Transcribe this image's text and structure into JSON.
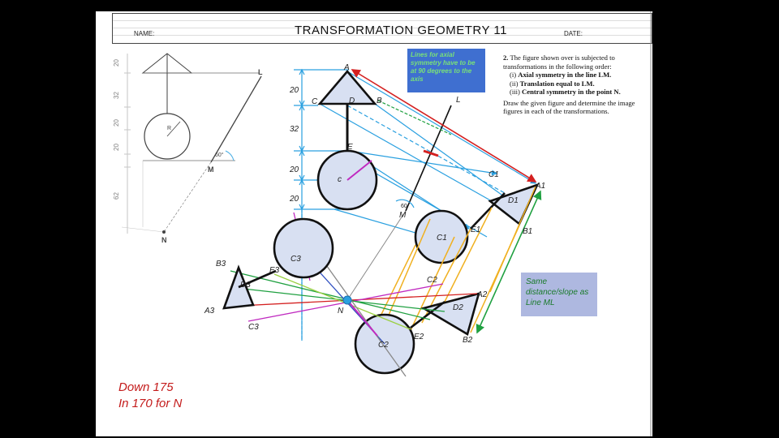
{
  "header": {
    "name_label": "NAME:",
    "title": "TRANSFORMATION  GEOMETRY 11",
    "date_label": "DATE:"
  },
  "question": {
    "number": "2.",
    "intro": "The figure shown over is subjected to transformations in the following order:",
    "steps": [
      {
        "num": "(i)",
        "text": "Axial symmetry in the line LM."
      },
      {
        "num": "(ii)",
        "text": "Translation equal to LM."
      },
      {
        "num": "(iii)",
        "text": "Central symmetry in the point N."
      }
    ],
    "instruction": "Draw the given figure and determine the image figures in each of the transformations."
  },
  "notes": {
    "axial_note": "Lines for axial symmetry have to be at 90 degrees to the axis",
    "same_distance": "Same distance/slope as Line ML",
    "down_line1": "Down 175",
    "down_line2": "In  170  for N"
  },
  "original_drawing": {
    "dims": [
      "20",
      "32",
      "20",
      "20",
      "62"
    ],
    "labels": {
      "L": "L",
      "M": "M",
      "N": "N",
      "angle": "60°",
      "radius": "R"
    }
  },
  "dimensions": {
    "d1": "20",
    "d2": "32",
    "d3": "20",
    "d4": "20"
  },
  "points": {
    "A": "A",
    "B": "B",
    "C": "C",
    "D": "D",
    "E": "E",
    "c_center": "c",
    "L": "L",
    "M": "M",
    "N": "N",
    "angle": "60",
    "A1": "A1",
    "B1": "B1",
    "C1": "C1",
    "D1": "D1",
    "E1": "E1",
    "c1": "C1",
    "A2": "A2",
    "B2": "B2",
    "C2": "C2",
    "D2": "D2",
    "E2": "E2",
    "c2": "C2",
    "A3": "A3",
    "B3": "B3",
    "C3": "C3",
    "D3": "D3",
    "E3": "E3",
    "c3": "C3"
  },
  "colors": {
    "dimension": "#2aa0e0",
    "axis": "#111111",
    "axial_lines": "#2aa0e0",
    "axial_arrow": "#d42020",
    "translation": "#f0b020",
    "translation_arrow": "#1fa040",
    "central_red": "#d42020",
    "central_green": "#1fa040",
    "central_magenta": "#c02ac0",
    "central_blue": "#3050c0",
    "circle_fill": "#d8e0f2"
  }
}
